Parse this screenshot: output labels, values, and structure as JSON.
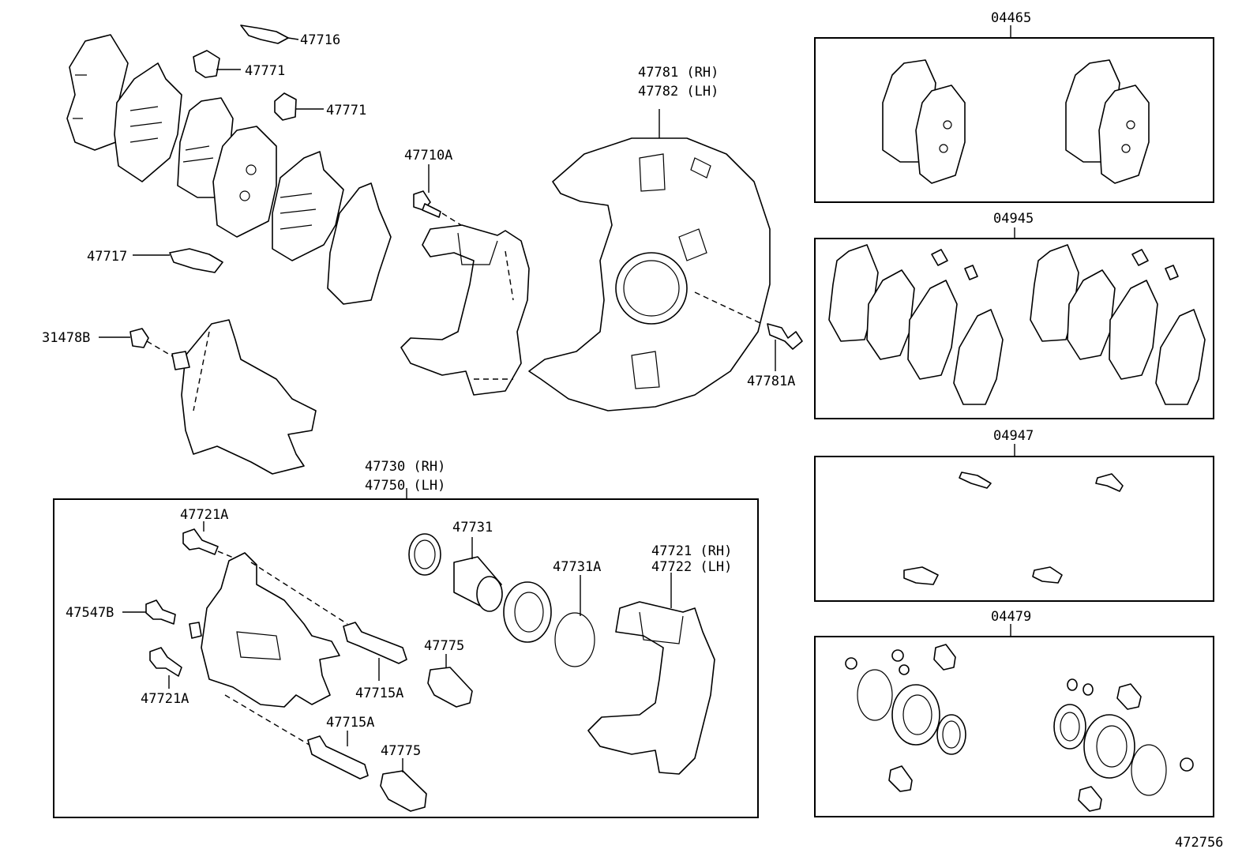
{
  "diagram_id": "472756",
  "labels": {
    "p47716": "47716",
    "p47771a": "47771",
    "p47771b": "47771",
    "p47717": "47717",
    "p31478B": "31478B",
    "p47710A": "47710A",
    "p47781rh": "47781 (RH)",
    "p47782lh": "47782 (LH)",
    "p47781A": "47781A",
    "p47730rh": "47730 (RH)",
    "p47750lh": "47750 (LH)",
    "p47721A_top": "47721A",
    "p47547B": "47547B",
    "p47721A_bot": "47721A",
    "p47715A_right": "47715A",
    "p47715A_bot": "47715A",
    "p47731": "47731",
    "p47731A": "47731A",
    "p47775_top": "47775",
    "p47775_bot": "47775",
    "p47721rh": "47721 (RH)",
    "p47722lh": "47722 (LH)"
  },
  "kits": {
    "k04465": "04465",
    "k04945": "04945",
    "k04947": "04947",
    "k04479": "04479"
  }
}
